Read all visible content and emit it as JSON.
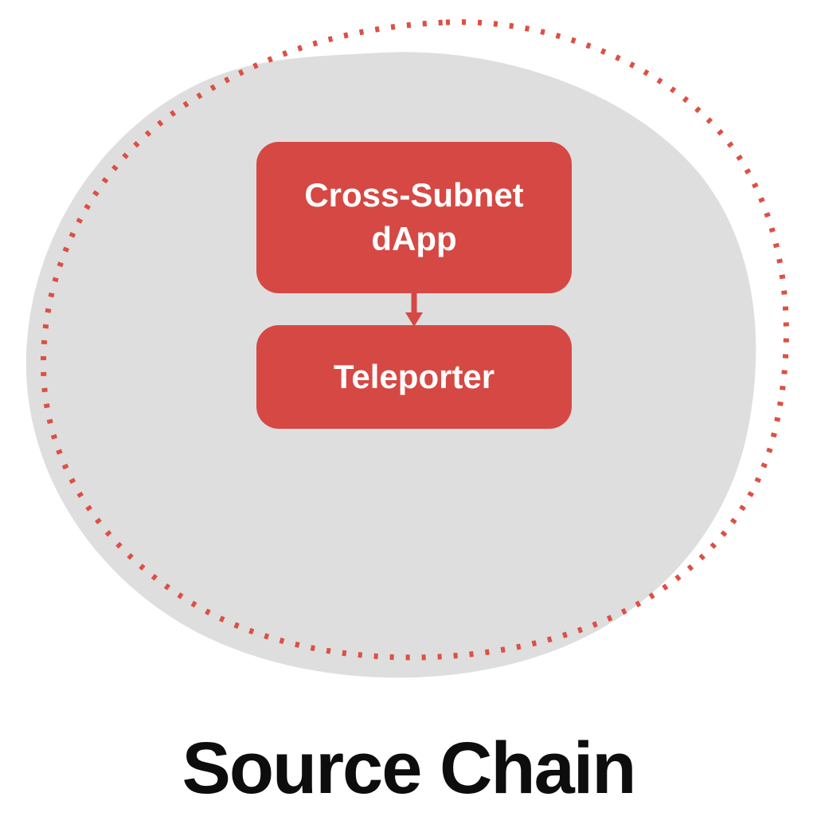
{
  "title": "Source Chain",
  "nodes": {
    "dapp": {
      "lines": [
        "Cross-Subnet",
        "dApp"
      ]
    },
    "teleporter": {
      "label": "Teleporter"
    }
  },
  "icons": {
    "arrow": "arrow-down"
  },
  "colors": {
    "background": "#ffffff",
    "blob_fill": "#dedede",
    "dotted_stroke": "#dd4f44",
    "node_fill": "#d64843",
    "node_text": "#ffffff",
    "arrow_stroke": "#d64843",
    "title_color": "#0d0d0d"
  }
}
